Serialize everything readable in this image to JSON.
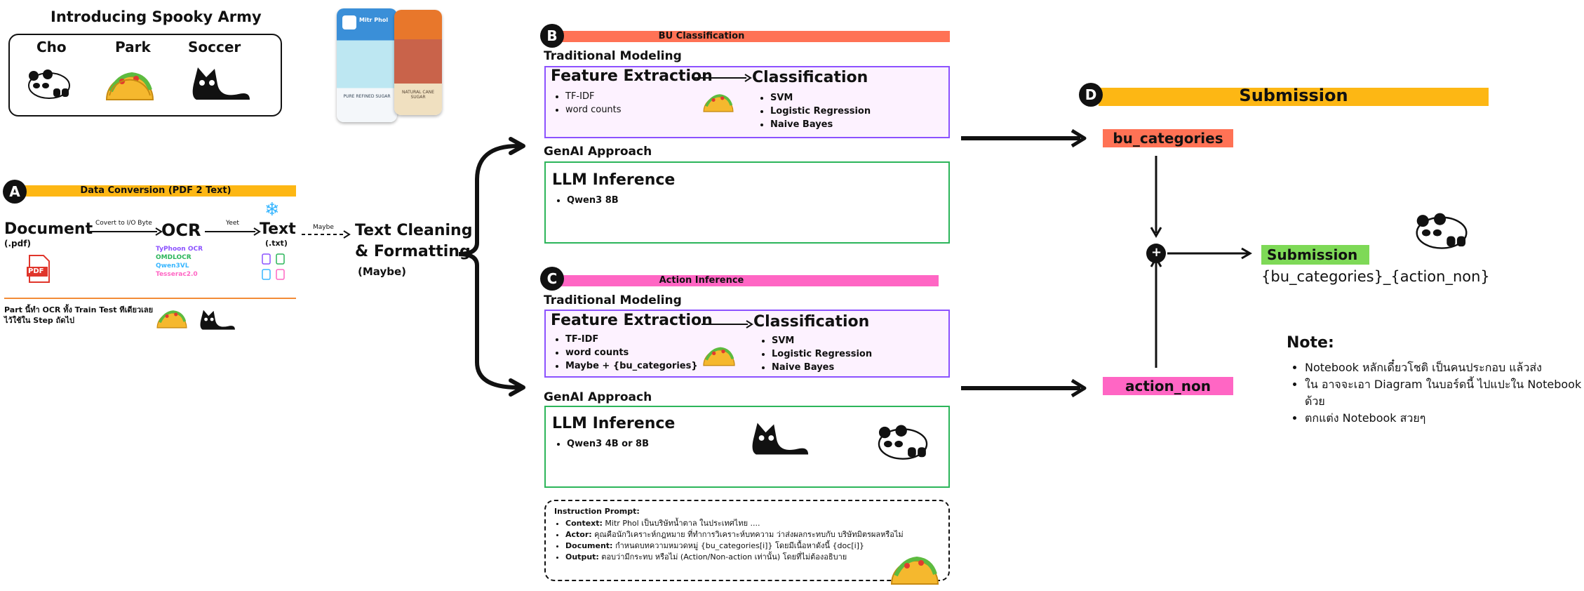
{
  "army": {
    "title": "Introducing Spooky Army",
    "members": [
      "Cho",
      "Park",
      "Soccer"
    ]
  },
  "package": {
    "brand": "Mitr Phol",
    "line1": "PURE REFINED SUGAR",
    "line2": "NATURAL CANE SUGAR"
  },
  "sectionA": {
    "badge": "A",
    "title": "Data Conversion (PDF 2 Text)",
    "document_label": "Document",
    "document_ext": "(.pdf)",
    "pdf_label": "PDF",
    "arrow1_label": "Covert to I/O Byte",
    "ocr_label": "OCR",
    "ocr_models": [
      "TyPhoon OCR",
      "OMDLOCR",
      "Qwen3VL",
      "Tesserac2.0"
    ],
    "arrow2_label": "Yeet",
    "text_label": "Text",
    "text_ext": "(.txt)",
    "arrow3_label": "Maybe",
    "cleaning_line1": "Text Cleaning",
    "cleaning_line2": "& Formatting",
    "cleaning_line3": "(Maybe)",
    "note_line1": "Part นี้ทำ OCR ทั้ง Train Test ทีเดียวเลย",
    "note_line2": "ไว้ใช้ใน Step ถัดไป"
  },
  "sectionB": {
    "badge": "B",
    "title": "BU Classification",
    "traditional_label": "Traditional  Modeling",
    "feature_title": "Feature Extraction",
    "features": [
      "TF-IDF",
      "word counts"
    ],
    "class_title": "Classification",
    "classifiers": [
      "SVM",
      "Logistic Regression",
      "Naive Bayes"
    ],
    "genai_label": "GenAI Approach",
    "llm_title": "LLM Inference",
    "llm_models": [
      "Qwen3  8B"
    ]
  },
  "sectionC": {
    "badge": "C",
    "title": "Action Inference",
    "traditional_label": "Traditional  Modeling",
    "feature_title": "Feature Extraction",
    "features": [
      "TF-IDF",
      "word counts",
      "Maybe  + {bu_categories}"
    ],
    "class_title": "Classification",
    "classifiers": [
      "SVM",
      "Logistic Regression",
      "Naive Bayes"
    ],
    "genai_label": "GenAI Approach",
    "llm_title": "LLM Inference",
    "llm_models": [
      "Qwen3 4B or 8B"
    ]
  },
  "prompt": {
    "title": "Instruction Prompt:",
    "items": [
      {
        "key": "Context:",
        "text": " Mitr Phol เป็นบริษัทน้ำตาล ในประเทศไทย ...."
      },
      {
        "key": "Actor:",
        "text": " คุณคือนักวิเคราะห์กฎหมาย ที่ทำการวิเคราะห์บทความ ว่าส่งผลกระทบกับ บริษัทมิตรผลหรือไม่"
      },
      {
        "key": "Document:",
        "text": "  กำหนดบทความหมวดหมู่ {bu_categories[i]} โดยมีเนื้อหาดังนี้ {doc[i]}"
      },
      {
        "key": "Output:",
        "text": " ตอบว่ามีกระทบ หรือไม่  (Action/Non-action เท่านั้น) โดยที่ไม่ต้องอธิบาย"
      }
    ]
  },
  "sectionD": {
    "badge": "D",
    "title": "Submission",
    "bu_label": "bu_categories",
    "action_label": "action_non",
    "plus": "+",
    "submission_label": "Submission",
    "submission_format": "{bu_categories}_{action_non}",
    "note_title": "Note:",
    "notes": [
      "Notebook หลักเดี๋ยวโชติ เป็นคนประกอบ แล้วส่ง",
      "ใน อาจจะเอา Diagram ในบอร์ดนี้ ไปแปะใน Notebook ด้วย",
      "ตกแต่ง Notebook สวยๆ"
    ]
  },
  "colors": {
    "orange_bar": "#FDB714",
    "red_bar": "#FF7255",
    "pink_bar": "#FF66C4",
    "purple_border": "#8C52FF",
    "lavender_fill": "#FDF2FF",
    "green_border": "#2CB55A",
    "green_fill": "#7ED957",
    "ocr_colors": [
      "#8C52FF",
      "#2CB55A",
      "#38B6FF",
      "#FF66C4"
    ]
  }
}
